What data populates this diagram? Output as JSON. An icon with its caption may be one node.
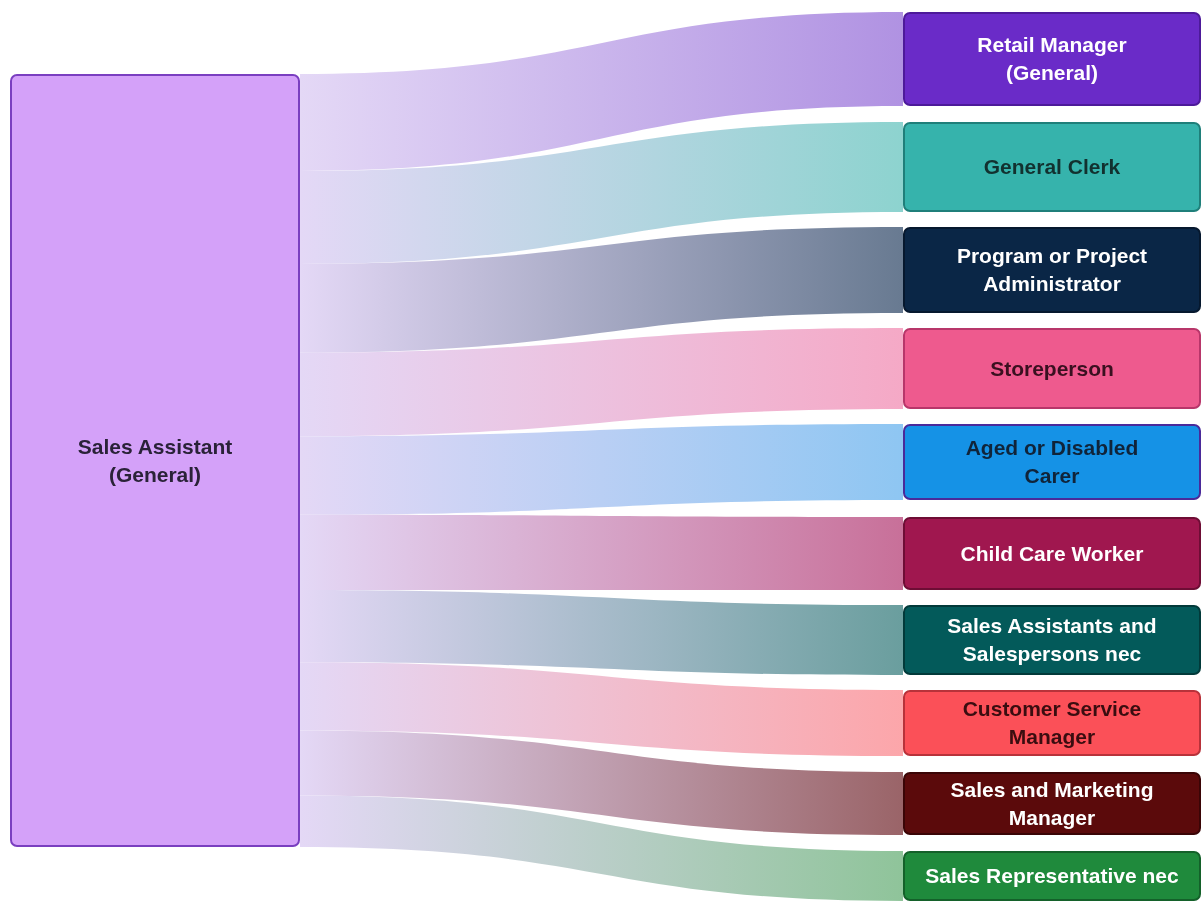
{
  "diagram": {
    "nodes": [
      {
        "text": [
          "Sales Assistant (General)"
        ]
      },
      {
        "text": [
          "Retail Manager (General)"
        ]
      },
      {
        "text": [
          "General Clerk"
        ]
      },
      {
        "text": [
          "Program or Project Administrator"
        ]
      },
      {
        "text": [
          "Storeperson"
        ]
      },
      {
        "text": [
          "Aged or Disabled Carer"
        ]
      },
      {
        "text": [
          "Child Care Worker"
        ]
      },
      {
        "text": [
          "Sales Assistants and Salespersons nec"
        ]
      },
      {
        "text": [
          "Customer Service Manager"
        ]
      },
      {
        "text": [
          "Sales and Marketing Manager"
        ]
      },
      {
        "text": [
          "Sales Representative nec"
        ]
      }
    ],
    "edges": [
      {
        "from": 0,
        "to": 1,
        "arrow": "none",
        "color": "#b092e2"
      },
      {
        "from": 0,
        "to": 2,
        "arrow": "none",
        "color": "#8dd3cf"
      },
      {
        "from": 0,
        "to": 3,
        "arrow": "none",
        "color": "#687a91"
      },
      {
        "from": 0,
        "to": 4,
        "arrow": "none",
        "color": "#f5a9c6"
      },
      {
        "from": 0,
        "to": 5,
        "arrow": "none",
        "color": "#8ec6f2"
      },
      {
        "from": 0,
        "to": 6,
        "arrow": "none",
        "color": "#c87099"
      },
      {
        "from": 0,
        "to": 7,
        "arrow": "none",
        "color": "#6a9e9e"
      },
      {
        "from": 0,
        "to": 8,
        "arrow": "none",
        "color": "#fca6aa"
      },
      {
        "from": 0,
        "to": 9,
        "arrow": "none",
        "color": "#9a6468"
      },
      {
        "from": 0,
        "to": 10,
        "arrow": "none",
        "color": "#8fc49a"
      }
    ]
  }
}
